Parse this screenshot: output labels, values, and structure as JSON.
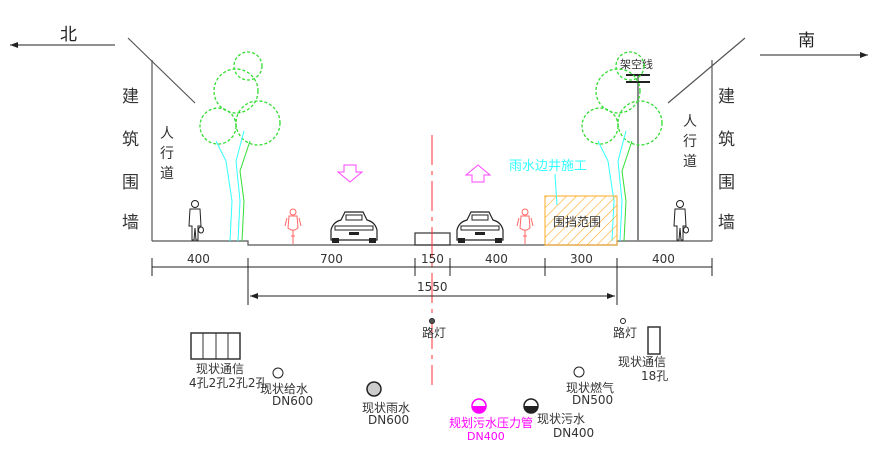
{
  "directions": {
    "north": "北",
    "south": "南"
  },
  "building_wall_left": [
    "建",
    "筑",
    "围",
    "墙"
  ],
  "building_wall_right": [
    "建",
    "筑",
    "围",
    "墙"
  ],
  "sidewalk_left": [
    "人",
    "行",
    "道"
  ],
  "sidewalk_right": [
    "人",
    "行",
    "道"
  ],
  "overhead_line": "架空线",
  "construction_note": "雨水边井施工",
  "enclosure_label": "围挡范围",
  "dimensions": {
    "seg1": "400",
    "seg2": "700",
    "seg3": "150",
    "seg4": "400",
    "seg5": "300",
    "seg6": "400",
    "total": "1550"
  },
  "utilities": {
    "streetlight_left": "路灯",
    "streetlight_right": "路灯",
    "telecom_left": {
      "name": "现状通信",
      "spec": "4孔2孔2孔2孔"
    },
    "telecom_right": {
      "name": "现状通信",
      "spec": "18孔"
    },
    "water_supply": {
      "name": "现状给水",
      "spec": "DN600"
    },
    "storm": {
      "name": "现状雨水",
      "spec": "DN600"
    },
    "planned_sewer": {
      "name": "规划污水压力管",
      "spec": "DN400"
    },
    "sewer": {
      "name": "现状污水",
      "spec": "DN400"
    },
    "gas": {
      "name": "现状燃气",
      "spec": "DN500"
    }
  },
  "colors": {
    "centerline": "#ff3333",
    "tree": "#33dd33",
    "planned": "#ff00ff",
    "note": "#33ffff",
    "enclosure": "#ffaa22",
    "bike": "#ff6666"
  }
}
